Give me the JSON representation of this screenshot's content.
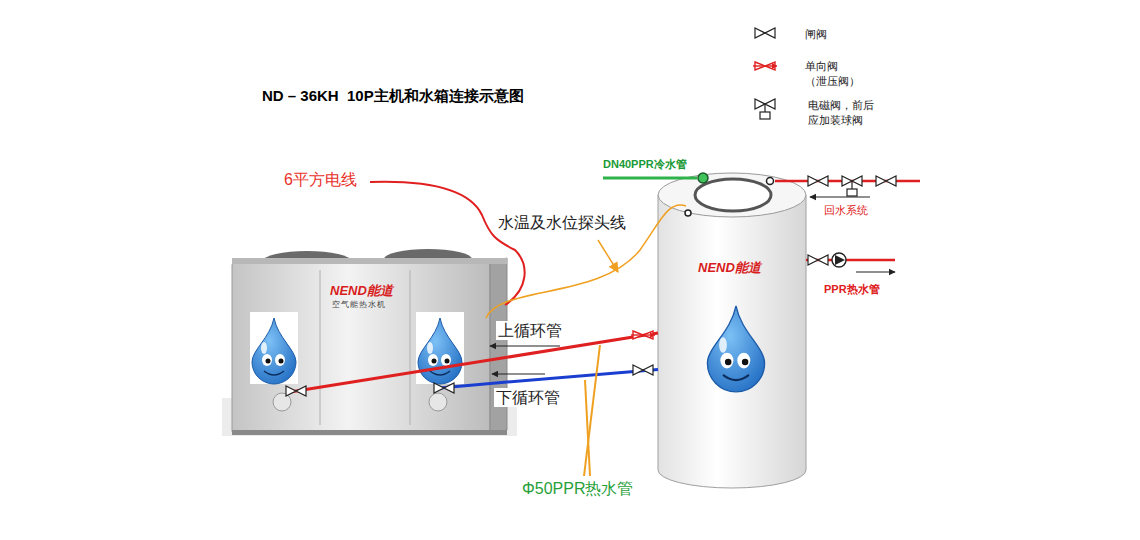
{
  "diagram": {
    "title": "ND – 36KH  10P主机和水箱连接示意图",
    "nodes": [
      {
        "text": [
          "NEND能道",
          "空气能热水机"
        ]
      },
      {
        "text": [
          "NEND能道"
        ]
      }
    ],
    "edges": [
      {
        "from": 0,
        "to": 1,
        "arrow": "none",
        "label": "上循环管"
      },
      {
        "from": 0,
        "to": 1,
        "arrow": "none",
        "label": "下循环管"
      }
    ],
    "labels": [
      "6平方电线",
      "水温及水位探头线",
      "DN40PPR冷水管",
      "回水系统",
      "PPR热水管",
      "Φ50PPR热水管"
    ],
    "legend": [
      {
        "text": "闸阀"
      },
      {
        "text": "单向阀 （泄压阀）"
      },
      {
        "text": "电磁阀，前后 应加装球阀"
      }
    ]
  }
}
